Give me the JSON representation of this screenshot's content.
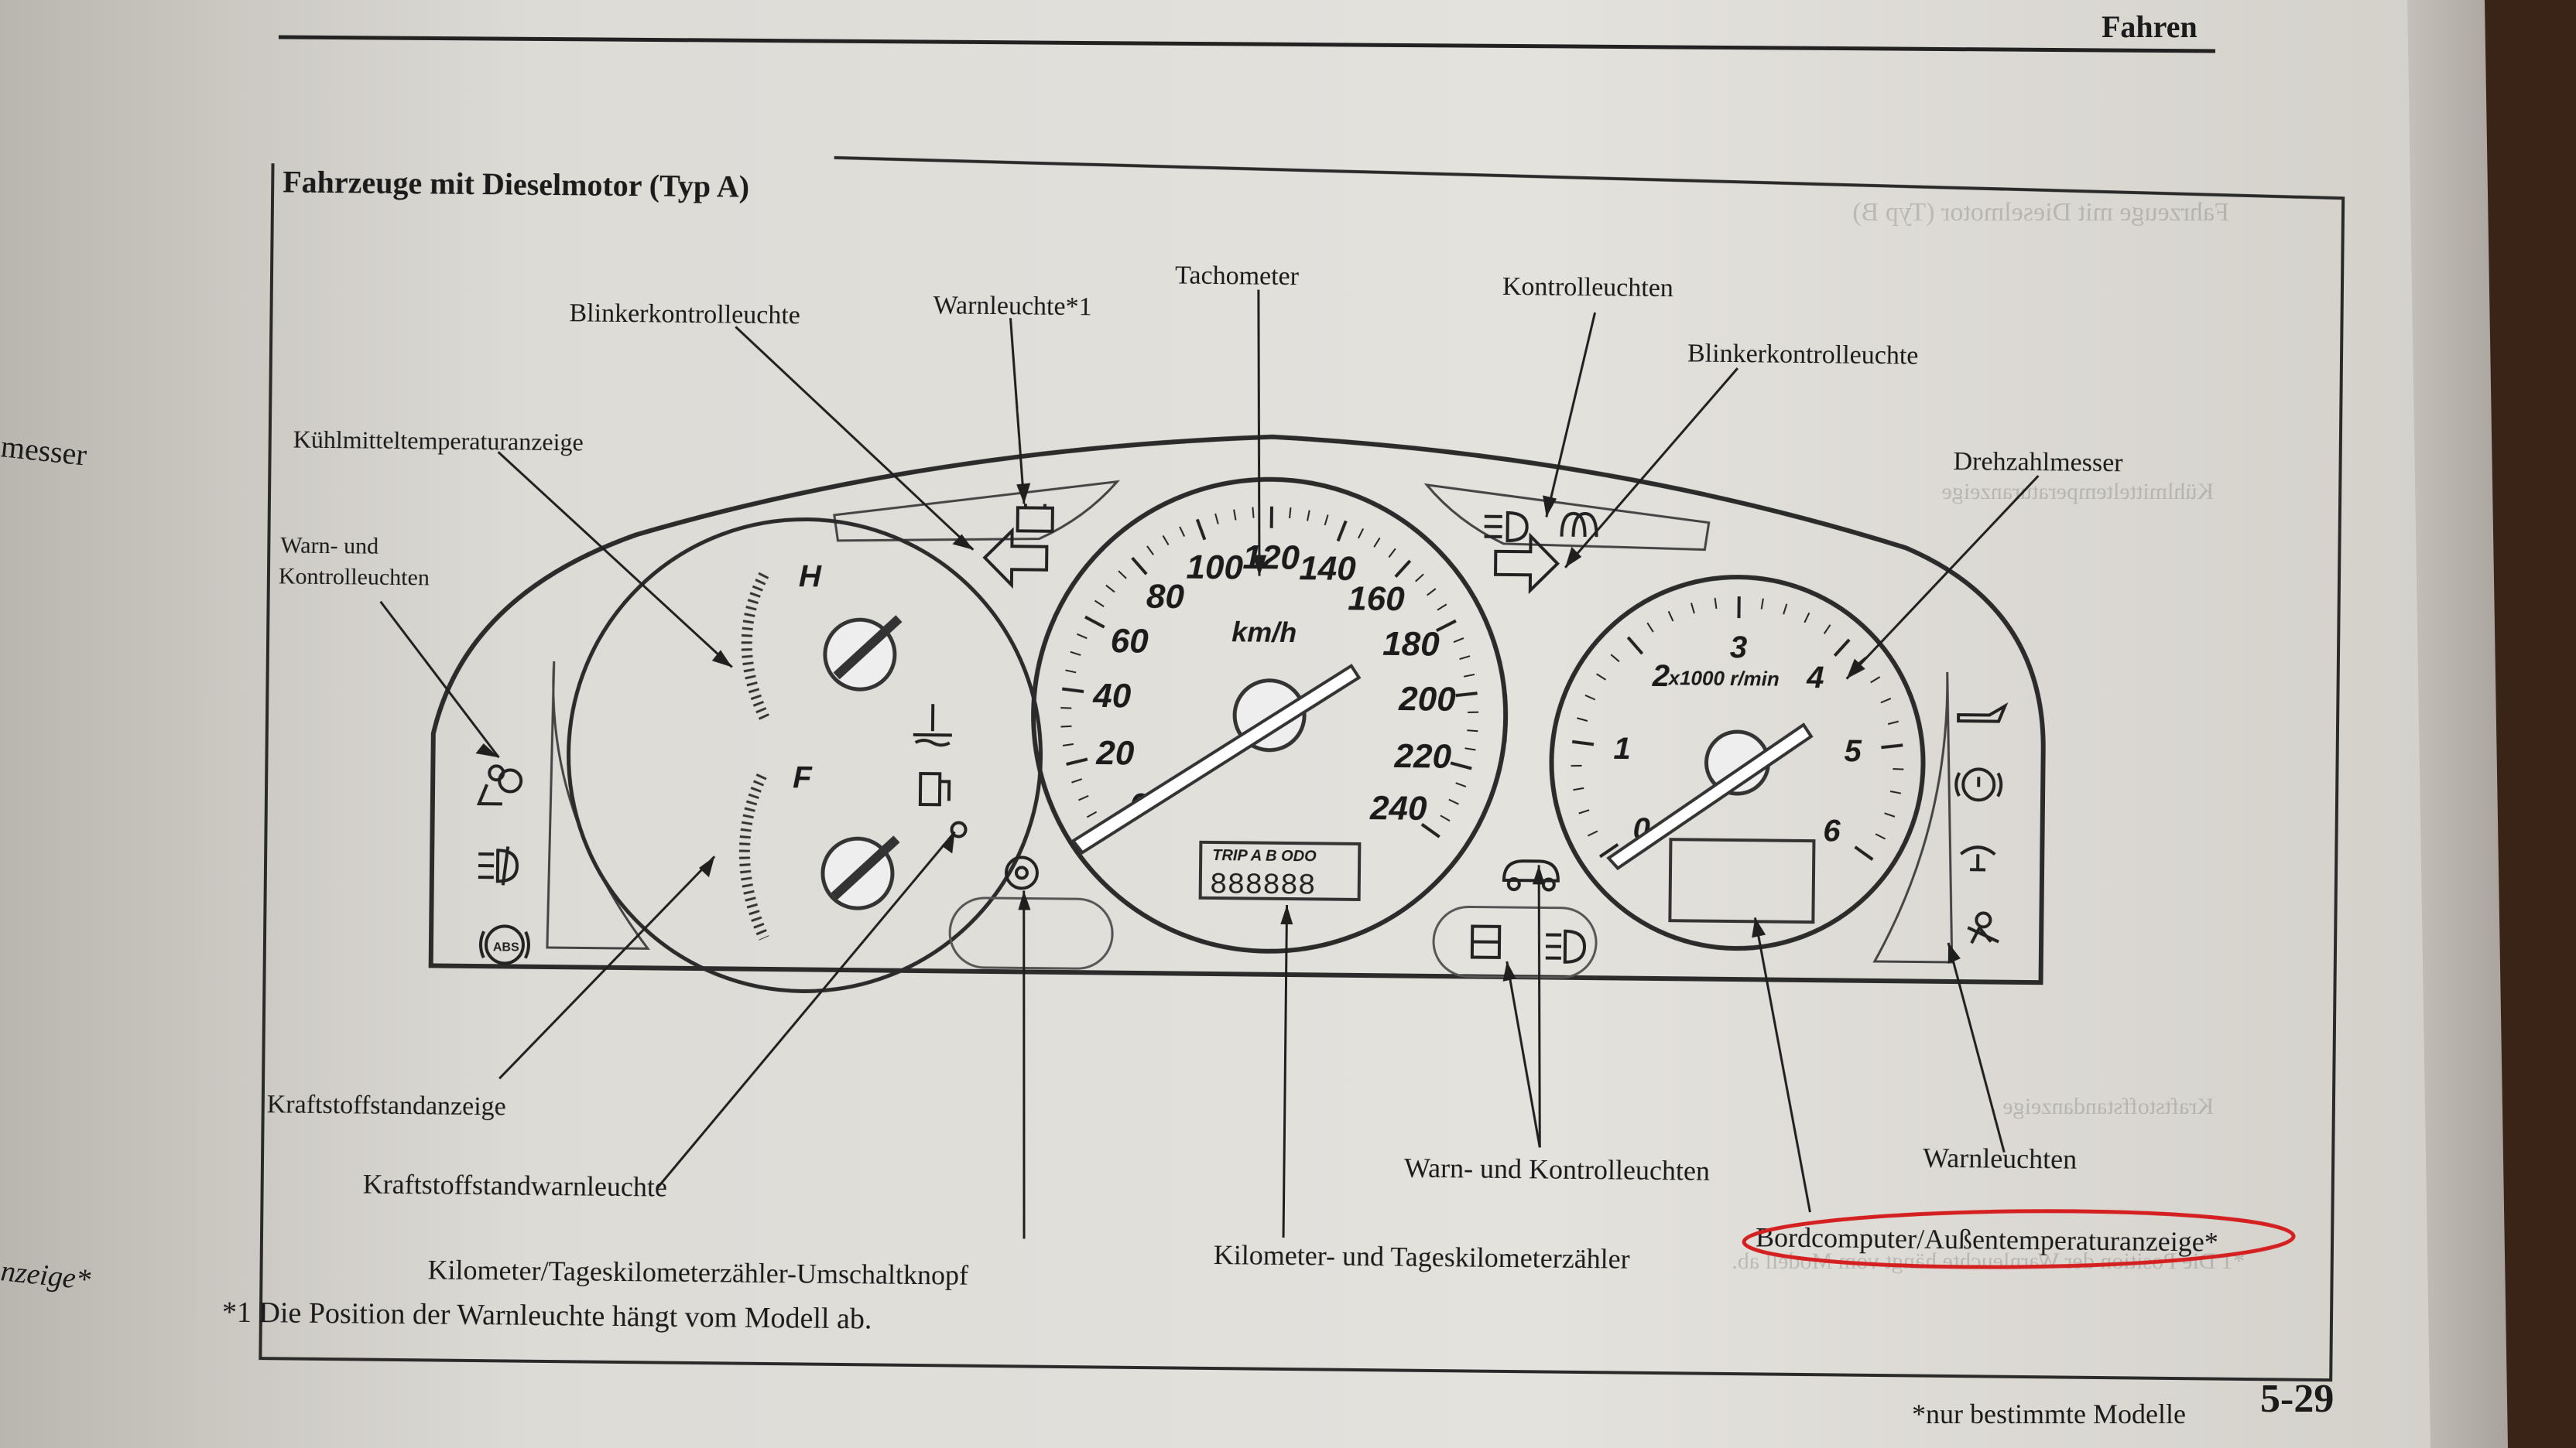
{
  "page": {
    "section_header": "Fahren",
    "figure_title": "Fahrzeuge mit Dieselmotor (Typ A)",
    "footnote": "*1 Die Position der Warnleuchte hängt vom Modell ab.",
    "footer_note": "*nur bestimmte Modelle",
    "page_number": "5-29"
  },
  "labels": {
    "tachometer": "Tachometer",
    "warnleuchte": "Warnleuchte*1",
    "blinker_left": "Blinkerkontrolleuchte",
    "kontrollleuchten": "Kontrolleuchten",
    "blinker_right": "Blinkerkontrolleuchte",
    "kuehlmittel": "Kühlmitteltemperaturanzeige",
    "drehzahlmesser": "Drehzahlmesser",
    "warn_kontroll_left_1": "Warn- und",
    "warn_kontroll_left_2": "Kontrolleuchten",
    "kraftstoffstand": "Kraftstoffstandanzeige",
    "kraftstoffwarn": "Kraftstoffstandwarnleuchte",
    "umschaltknopf": "Kilometer/Tageskilometerzähler-Umschaltknopf",
    "kilometerzaehler": "Kilometer- und Tageskilometerzähler",
    "warn_kontroll_bottom": "Warn- und Kontrolleuchten",
    "warnleuchten": "Warnleuchten",
    "bordcomputer": "Bordcomputer/Außentemperaturanzeige*"
  },
  "gauges": {
    "speed_unit": "km/h",
    "speed_ticks": [
      "0",
      "20",
      "40",
      "60",
      "80",
      "100",
      "120",
      "140",
      "160",
      "180",
      "200",
      "220",
      "240"
    ],
    "rpm_unit": "x1000 r/min",
    "rpm_ticks": [
      "0",
      "1",
      "2",
      "3",
      "4",
      "5",
      "6"
    ],
    "temp_hot": "H",
    "fuel_full": "F",
    "odo_modes": "TRIP A B ODO",
    "odo_value": "888888"
  },
  "icons": [
    "left-arrow-icon",
    "right-arrow-icon",
    "battery-icon",
    "headlight-icon",
    "glowplug-icon",
    "coolant-temp-icon",
    "fuel-pump-icon",
    "airbag-icon",
    "foglight-icon",
    "abs-icon",
    "oil-can-icon",
    "brake-warning-icon",
    "washer-icon",
    "seatbelt-icon",
    "button-icon",
    "immobilizer-icon",
    "car-icon"
  ],
  "highlight_color": "#d42020"
}
